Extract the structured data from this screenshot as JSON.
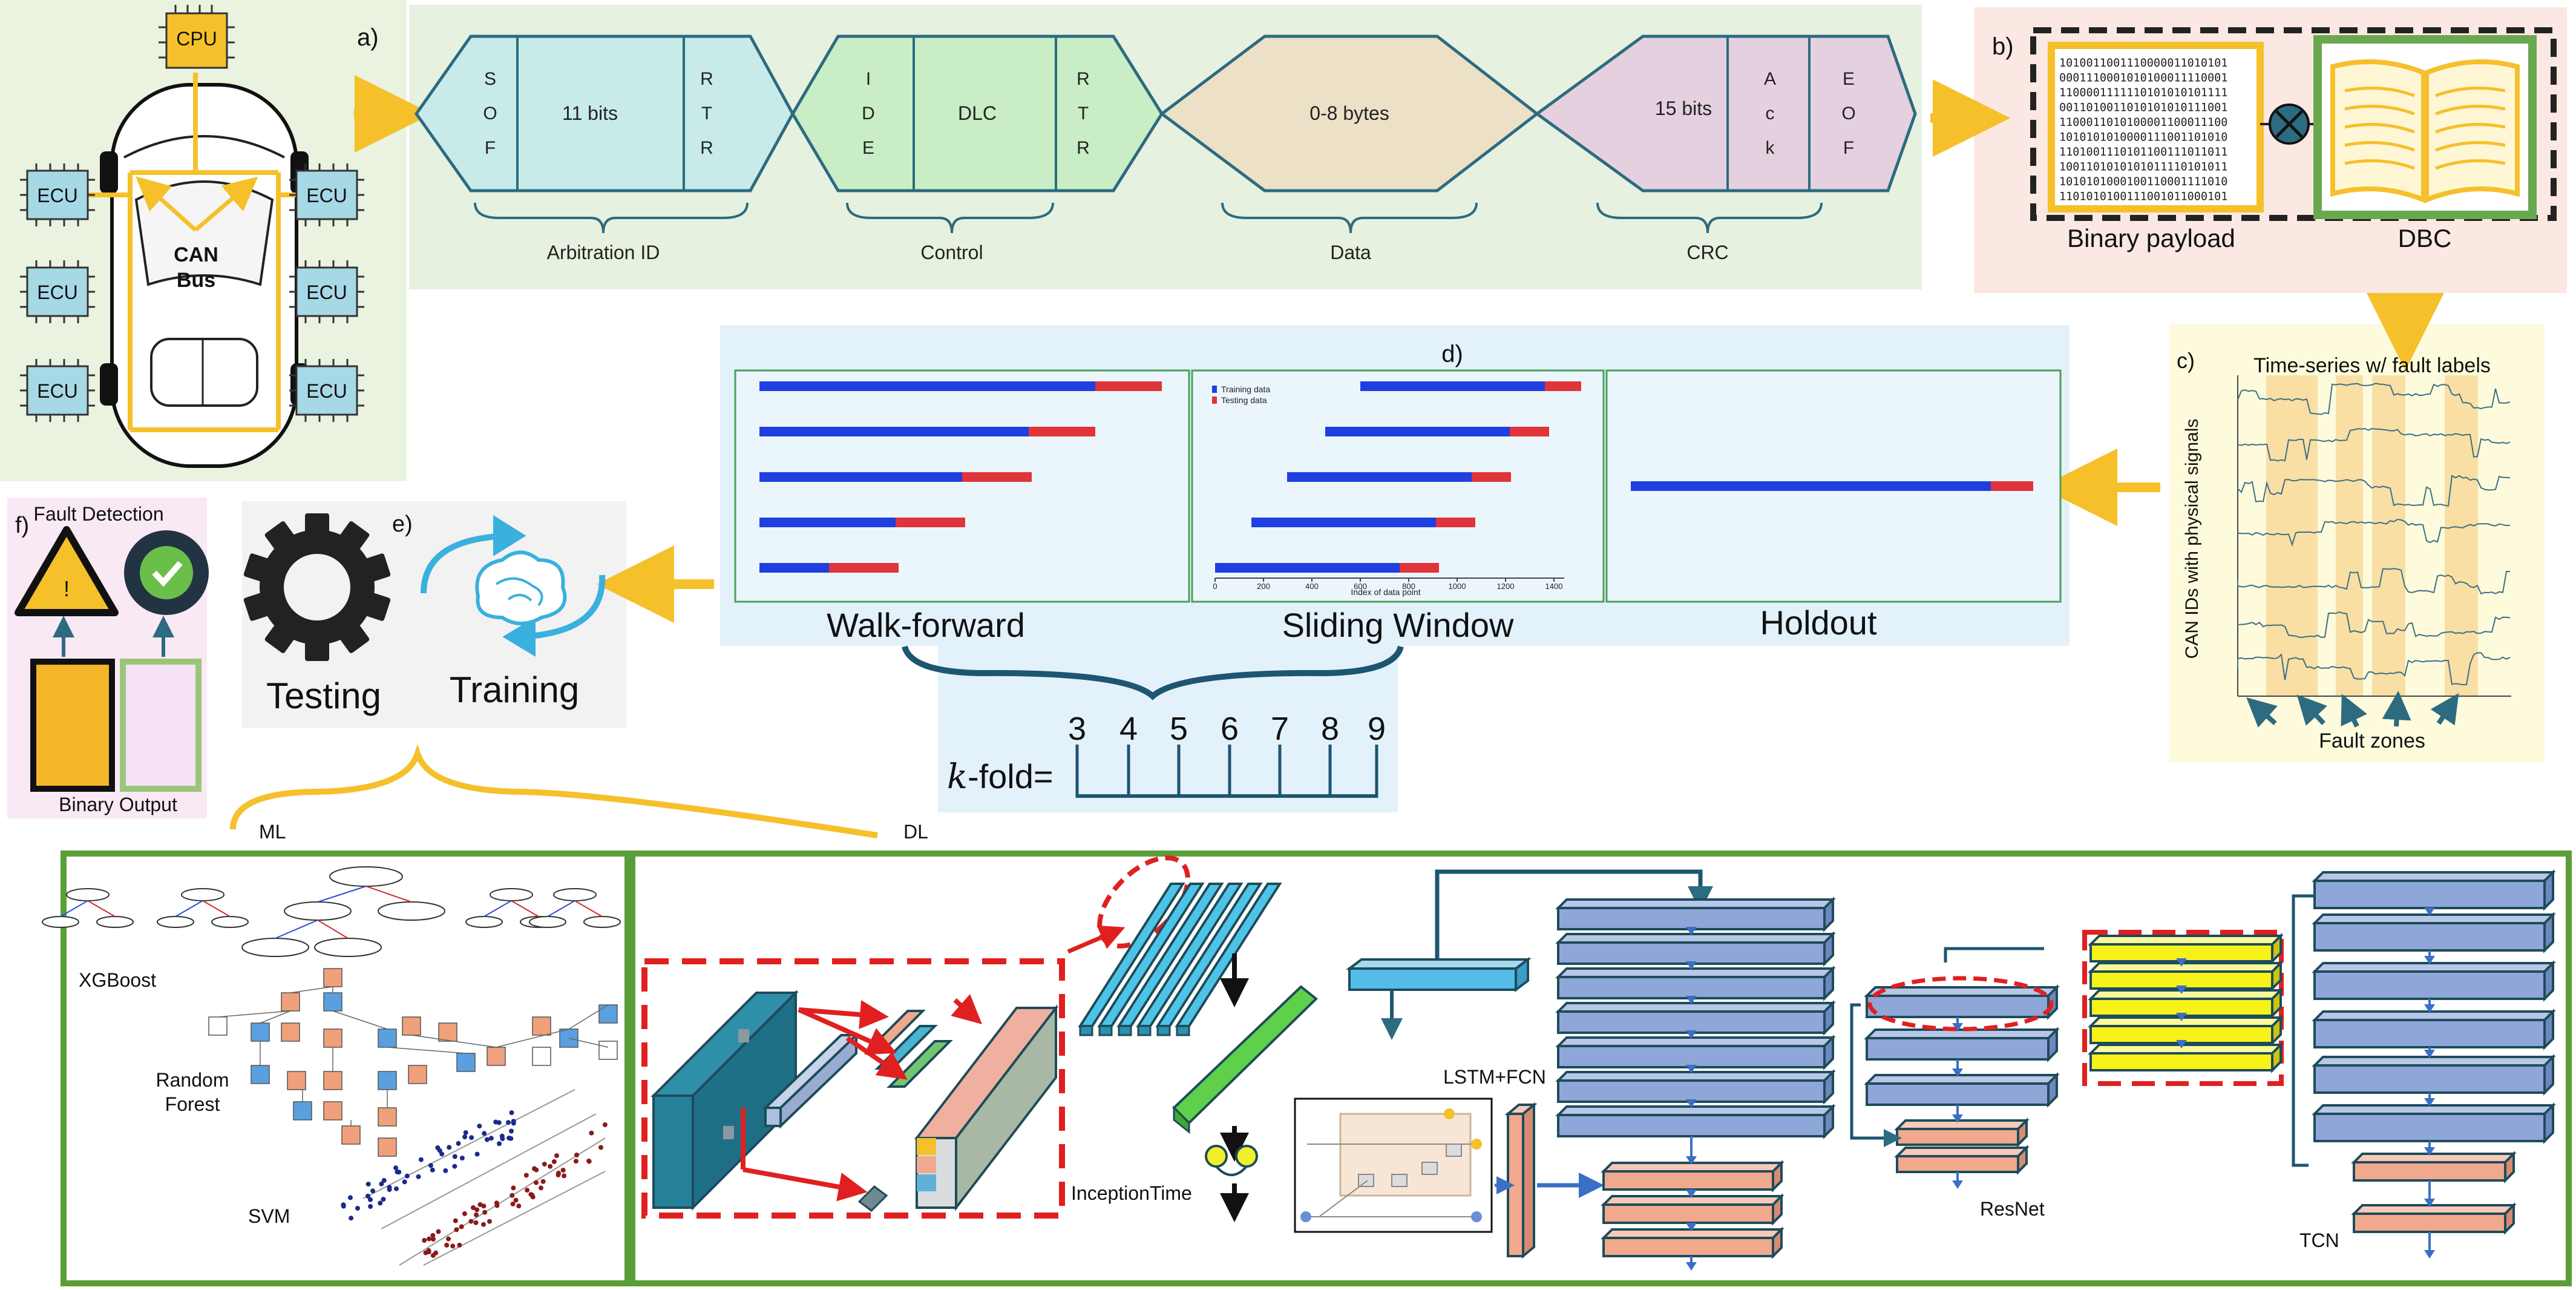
{
  "panel_labels": {
    "a": "a)",
    "b": "b)",
    "c": "c)",
    "d": "d)",
    "e": "e)",
    "f": "f)"
  },
  "vehicle": {
    "cpu": "CPU",
    "ecu": "ECU",
    "bus_line1": "CAN",
    "bus_line2": "Bus"
  },
  "can_frame": {
    "sof": [
      "S",
      "O",
      "F"
    ],
    "arbitration_bits": "11 bits",
    "rtr": [
      "R",
      "T",
      "R"
    ],
    "ide": [
      "I",
      "D",
      "E"
    ],
    "dlc": "DLC",
    "data_bytes": "0-8 bytes",
    "crc_bits": "15 bits",
    "ack": [
      "A",
      "c",
      "k"
    ],
    "eof": [
      "E",
      "O",
      "F"
    ],
    "groups": [
      "Arbitration ID",
      "Control",
      "Data",
      "CRC"
    ]
  },
  "decoding": {
    "binary_lines": [
      "1010011001110000011010101",
      "0001110001010100011110001",
      "1100001111110101010101111",
      "0011010011010101010111001",
      "1100011010100001100011100",
      "1010101010000111001101010",
      "1101001110101100111011011",
      "1001101010101011110101011",
      "1010101000100110001111010",
      "1101010100111001011000101"
    ],
    "payload_label": "Binary payload",
    "dbc_label": "DBC"
  },
  "timeseries": {
    "title": "Time-series w/ fault labels",
    "ylabel": "CAN IDs with physical signals",
    "fault_label": "Fault zones"
  },
  "splits": {
    "legend_train": "Training data",
    "legend_test": "Testing data",
    "x_ticks": [
      "0",
      "200",
      "400",
      "600",
      "800",
      "1000",
      "1200",
      "1400"
    ],
    "x_axis_label": "Index of data point",
    "names": [
      "Walk-forward",
      "Sliding Window",
      "Holdout"
    ],
    "kfold_label": "-fold=",
    "kfold_var": "k",
    "kfold_values": [
      "3",
      "4",
      "5",
      "6",
      "7",
      "8",
      "9"
    ]
  },
  "training": {
    "testing": "Testing",
    "training": "Training"
  },
  "detection": {
    "title": "Fault Detection",
    "output": "Binary Output",
    "warning_glyph": "!"
  },
  "models": {
    "ml_label": "ML",
    "dl_label": "DL",
    "xgboost": "XGBoost",
    "rf_line1": "Random",
    "rf_line2": "Forest",
    "svm": "SVM",
    "inception": "InceptionTime",
    "lstm": "LSTM+FCN",
    "resnet": "ResNet",
    "tcn": "TCN"
  },
  "colors": {
    "yellow": "#f5c02a",
    "teal": "#2c6b80",
    "green_box": "#6aa84f",
    "blue_bar": "#1f3fe0",
    "red_bar": "#e0333a",
    "block_blue": "#8fa6d8",
    "block_salmon": "#f0a98c",
    "block_yellow": "#f7f21a",
    "dashed_red": "#e02020"
  }
}
